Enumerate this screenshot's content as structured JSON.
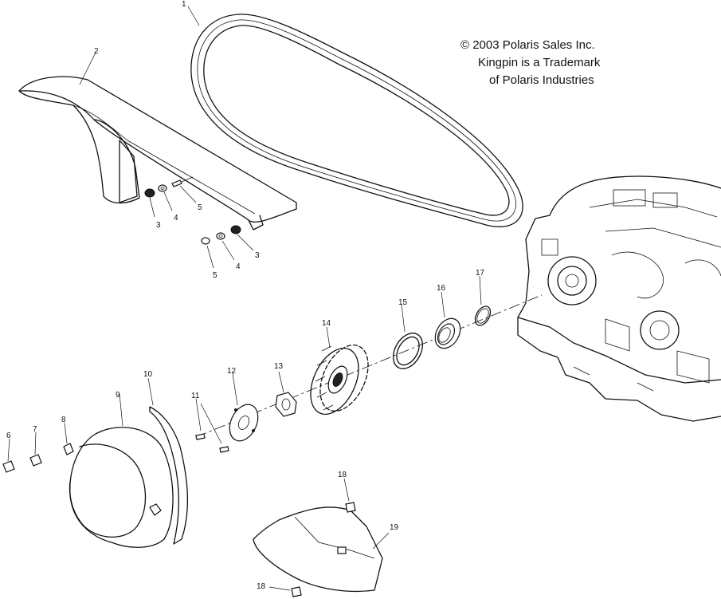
{
  "notice": {
    "copyright": "© 2003 Polaris Sales Inc.",
    "trademark_line1": "Kingpin is a Trademark",
    "trademark_line2": "of Polaris Industries"
  },
  "callouts": {
    "c1": "1",
    "c2": "2",
    "c3a": "3",
    "c3b": "3",
    "c4a": "4",
    "c4b": "4",
    "c5a": "5",
    "c5b": "5",
    "c6": "6",
    "c7": "7",
    "c8": "8",
    "c9": "9",
    "c10": "10",
    "c11": "11",
    "c12": "12",
    "c13": "13",
    "c14": "14",
    "c15": "15",
    "c16": "16",
    "c17": "17",
    "c18a": "18",
    "c18b": "18",
    "c19": "19"
  }
}
